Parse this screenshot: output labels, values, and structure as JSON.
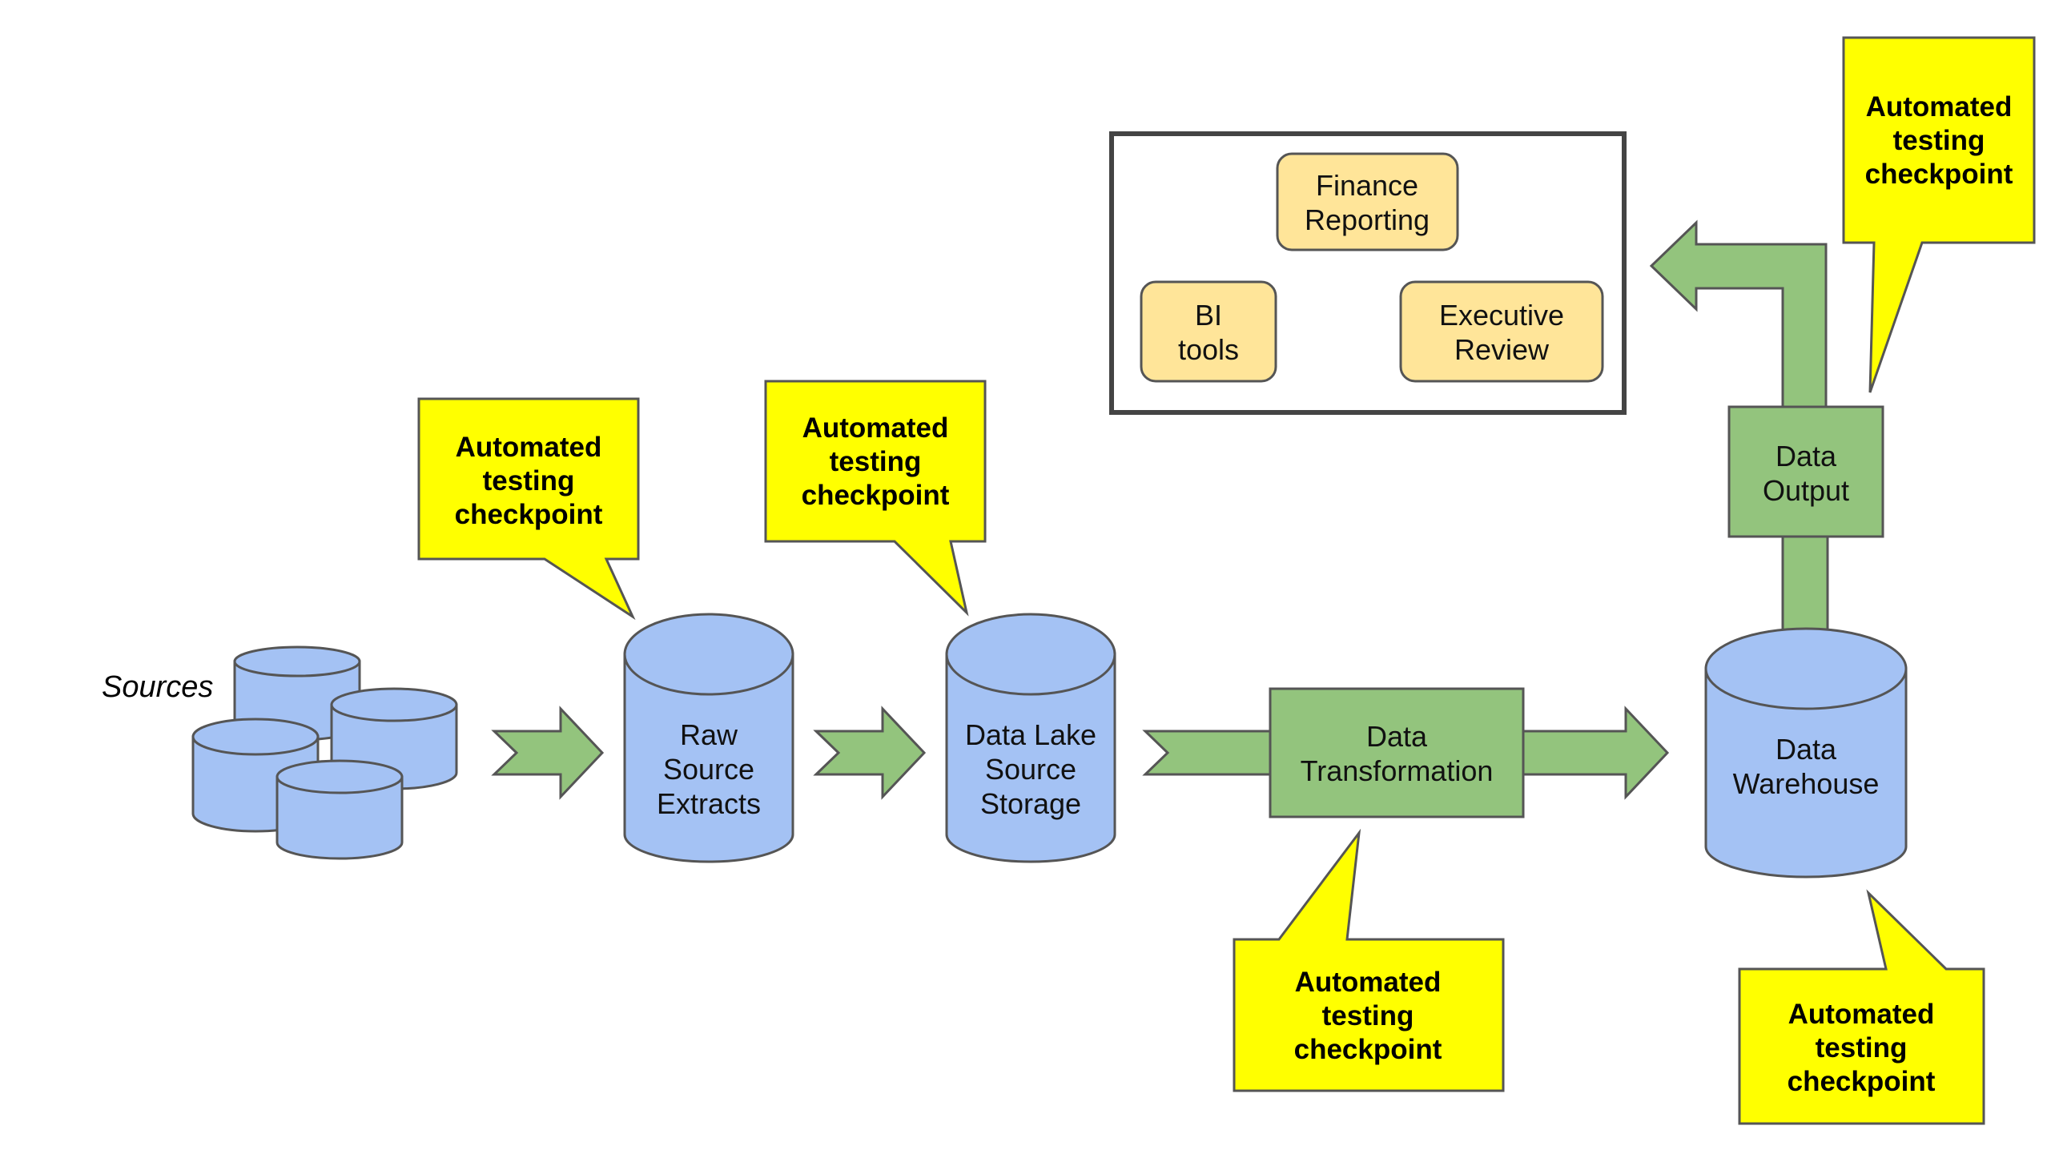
{
  "colors": {
    "database": "#a4c2f4",
    "process": "#93c47d",
    "callout": "#ffff00",
    "consumer": "#ffe599",
    "outline": "#555555"
  },
  "sources": {
    "label": "Sources"
  },
  "nodes": {
    "raw_extracts": [
      "Raw",
      "Source",
      "Extracts"
    ],
    "data_lake": [
      "Data Lake",
      "Source",
      "Storage"
    ],
    "transformation": [
      "Data",
      "Transformation"
    ],
    "warehouse": [
      "Data",
      "Warehouse"
    ],
    "output": [
      "Data",
      "Output"
    ]
  },
  "consumers": {
    "finance": [
      "Finance",
      "Reporting"
    ],
    "bi": [
      "BI",
      "tools"
    ],
    "executive": [
      "Executive",
      "Review"
    ]
  },
  "callouts": [
    [
      "Automated",
      "testing",
      "checkpoint"
    ],
    [
      "Automated",
      "testing",
      "checkpoint"
    ],
    [
      "Automated",
      "testing",
      "checkpoint"
    ],
    [
      "Automated",
      "testing",
      "checkpoint"
    ],
    [
      "Automated",
      "testing",
      "checkpoint"
    ]
  ]
}
